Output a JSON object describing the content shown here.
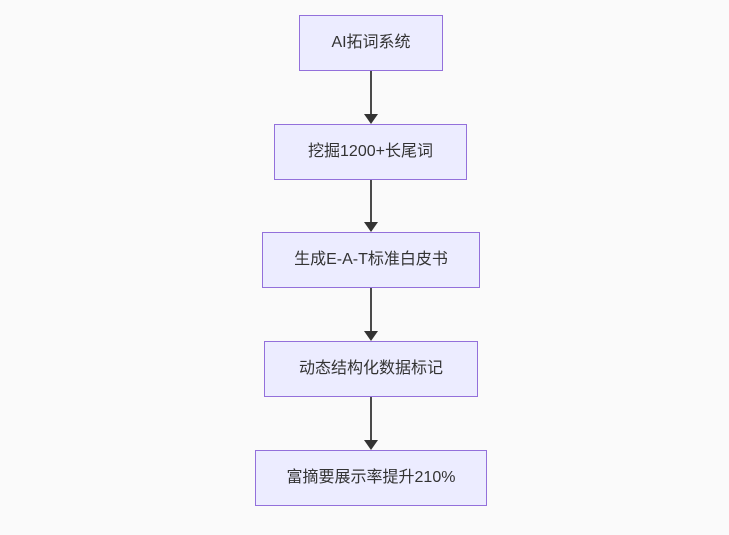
{
  "diagram": {
    "type": "flowchart",
    "direction": "top-down",
    "colors": {
      "background": "#fafafa",
      "node_fill": "#ECECFF",
      "node_border": "#9370DB",
      "node_text": "#333333",
      "edge": "#333333"
    },
    "nodes": [
      {
        "id": "n1",
        "label": "AI拓词系统"
      },
      {
        "id": "n2",
        "label": "挖掘1200+长尾词"
      },
      {
        "id": "n3",
        "label": "生成E-A-T标准白皮书"
      },
      {
        "id": "n4",
        "label": "动态结构化数据标记"
      },
      {
        "id": "n5",
        "label": "富摘要展示率提升210%"
      }
    ],
    "edges": [
      {
        "from": "n1",
        "to": "n2",
        "style": "arrow-down"
      },
      {
        "from": "n2",
        "to": "n3",
        "style": "arrow-down"
      },
      {
        "from": "n3",
        "to": "n4",
        "style": "arrow-down"
      },
      {
        "from": "n4",
        "to": "n5",
        "style": "arrow-down"
      }
    ]
  }
}
